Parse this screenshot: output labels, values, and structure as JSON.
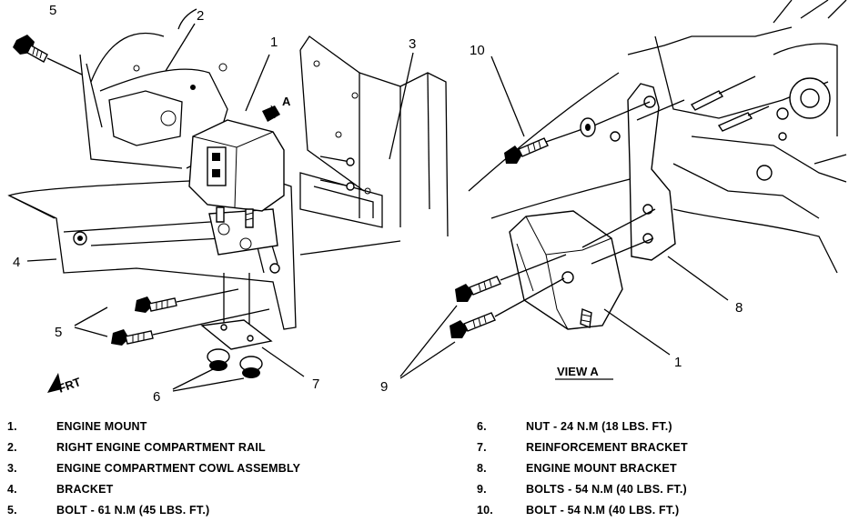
{
  "callouts": {
    "c1a": "1",
    "c2": "2",
    "c3": "3",
    "c4": "4",
    "c5a": "5",
    "c5b": "5",
    "c6": "6",
    "c7": "7",
    "c8": "8",
    "c9": "9",
    "c10": "10",
    "c1b": "1"
  },
  "labels": {
    "view_a": "VIEW A",
    "arrow_a": "A",
    "front": "FRT"
  },
  "legend": {
    "left": [
      {
        "num": "1.",
        "text": "ENGINE MOUNT"
      },
      {
        "num": "2.",
        "text": "RIGHT ENGINE COMPARTMENT RAIL"
      },
      {
        "num": "3.",
        "text": "ENGINE COMPARTMENT COWL ASSEMBLY"
      },
      {
        "num": "4.",
        "text": "BRACKET"
      },
      {
        "num": "5.",
        "text": "BOLT - 61 N.M (45 LBS. FT.)"
      }
    ],
    "right": [
      {
        "num": "6.",
        "text": "NUT - 24 N.M (18 LBS. FT.)"
      },
      {
        "num": "7.",
        "text": "REINFORCEMENT BRACKET"
      },
      {
        "num": "8.",
        "text": "ENGINE MOUNT BRACKET"
      },
      {
        "num": "9.",
        "text": "BOLTS - 54 N.M (40 LBS. FT.)"
      },
      {
        "num": "10.",
        "text": "BOLT - 54 N.M (40 LBS. FT.)"
      }
    ]
  }
}
